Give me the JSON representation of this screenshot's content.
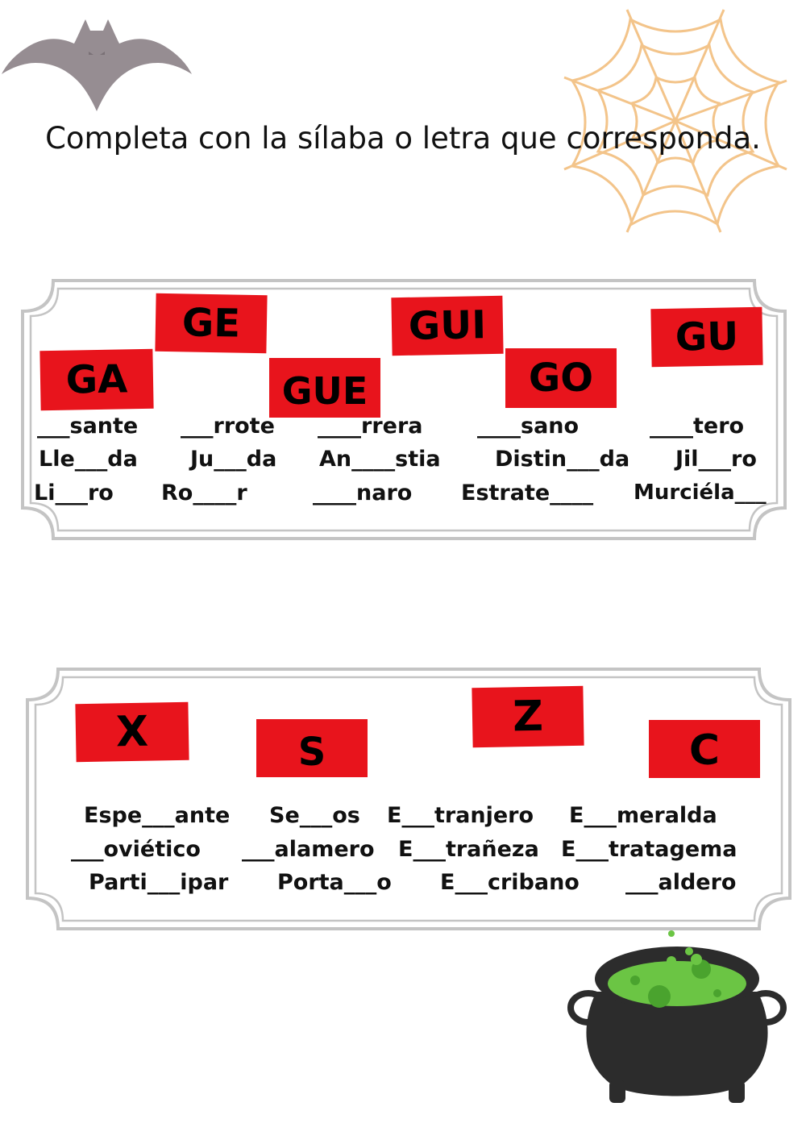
{
  "title": "Completa con la sílaba o letra que corresponda.",
  "box1": {
    "tags": [
      "GA",
      "GE",
      "GUE",
      "GUI",
      "GO",
      "GU"
    ],
    "rows": [
      [
        "___sante",
        "___rrote",
        "____rrera",
        "____sano",
        "____tero"
      ],
      [
        "Lle___da",
        "Ju___da",
        "An____stia",
        "Distin___da",
        "Jil___ro"
      ],
      [
        "Li___ro",
        "Ro____r",
        "____naro",
        "Estrate____",
        "Murciéla___"
      ]
    ]
  },
  "box2": {
    "tags": [
      "X",
      "S",
      "Z",
      "C"
    ],
    "rows": [
      [
        "Espe___ante",
        "Se___os",
        "E___tranjero",
        "E___meralda"
      ],
      [
        "___oviético",
        "___alamero",
        "E___trañeza",
        "E___tratagema"
      ],
      [
        "Parti___ipar",
        "Porta___o",
        "E___cribano",
        "___aldero"
      ]
    ]
  },
  "decorations": {
    "bat": "bat-icon",
    "web": "spiderweb-icon",
    "cauldron": "cauldron-icon"
  },
  "colors": {
    "tag_red": "#e8141c",
    "bat": "#968d92",
    "web": "#f3c48a",
    "potion": "#6bc544",
    "cauldron": "#2c2c2c"
  }
}
